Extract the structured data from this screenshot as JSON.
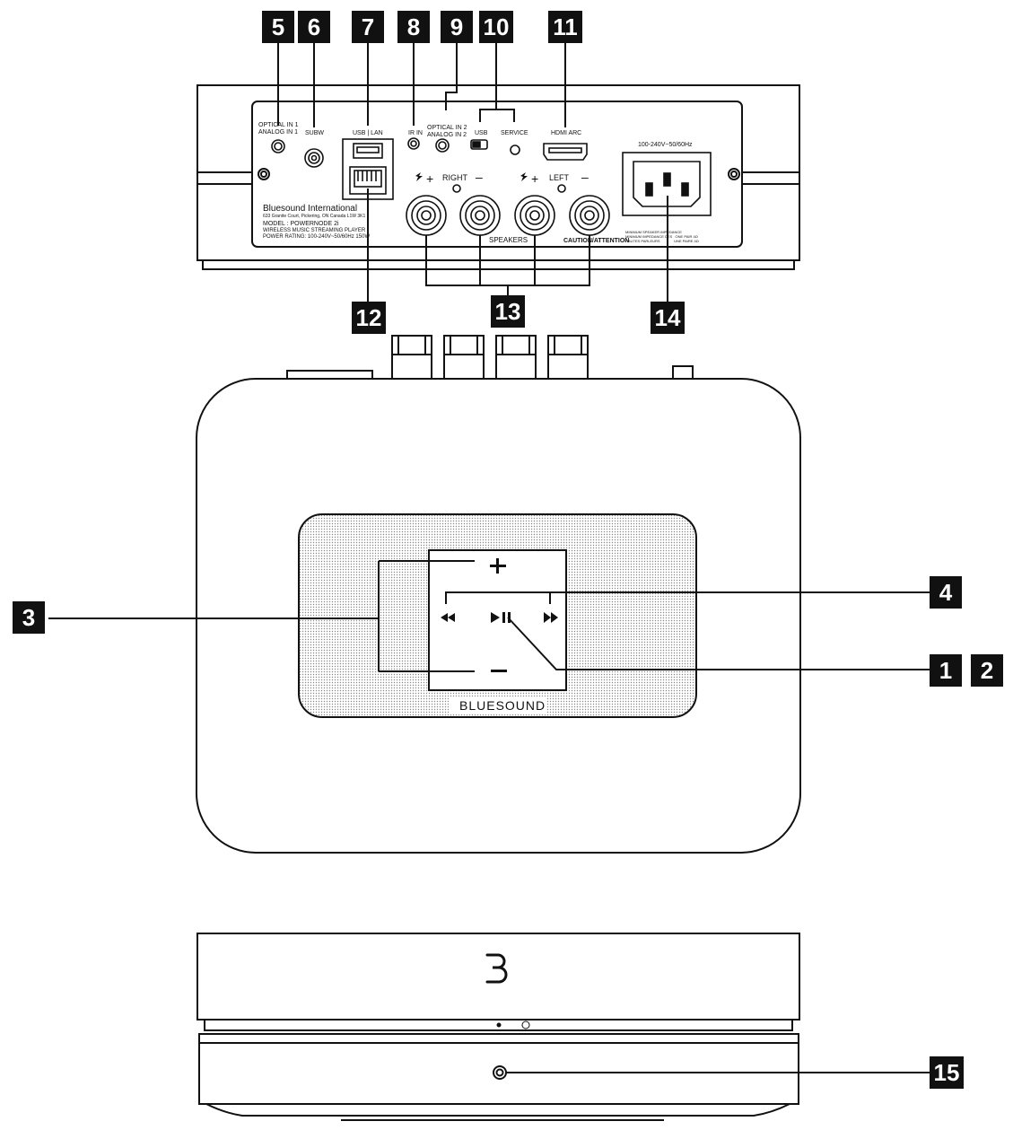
{
  "callouts": {
    "c1": "1",
    "c2": "2",
    "c3": "3",
    "c4": "4",
    "c5": "5",
    "c6": "6",
    "c7": "7",
    "c8": "8",
    "c9": "9",
    "c10": "10",
    "c11": "11",
    "c12": "12",
    "c13": "13",
    "c14": "14",
    "c15": "15"
  },
  "rear_panel": {
    "optical_in_1": "OPTICAL IN 1",
    "analog_in_1": "ANALOG IN 1",
    "subw": "SUBW",
    "usb_lan": "USB | LAN",
    "ir_in": "IR IN",
    "optical_in_2": "OPTICAL IN 2",
    "analog_in_2": "ANALOG IN 2",
    "usb": "USB",
    "service": "SERVICE",
    "hdmi_arc": "HDMI ARC",
    "power_rating_top": "100-240V~50/60Hz",
    "right": "RIGHT",
    "left": "LEFT",
    "speakers": "SPEAKERS",
    "caution": "CAUTION/ATTENTION",
    "minus": "–",
    "plus": "+",
    "company": "Bluesound International",
    "address": "633 Granite Court, Pickering, ON Canada L1W 3K1",
    "model": "MODEL : POWERNODE 2i",
    "product": "WIRELESS MUSIC STREAMING PLAYER",
    "power_rating": "POWER RATING: 100-240V~50/60Hz 150W",
    "impedance_1": "MINIMUM SPEAKER IMPEDANCE",
    "impedance_2": "MINIMUM IMPEDANCE DES   ONE PAIR 4Ω",
    "impedance_3": "HAUTES PARLEURS              UNE PAIRE 4Ω"
  },
  "top_panel": {
    "brand": "BLUESOUND",
    "plus": "+",
    "minus": "–",
    "rewind_icon": "◀◀",
    "play_pause_icon": "▶❙❙",
    "forward_icon": "▶▶"
  },
  "front_panel": {
    "logo": "B"
  }
}
